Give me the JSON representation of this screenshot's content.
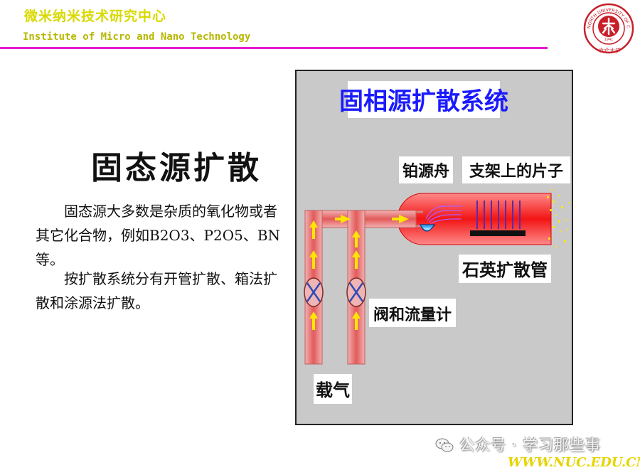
{
  "header": {
    "title_cn": "微米纳米技术研究中心",
    "title_en": "Institute of Micro and Nano Technology",
    "logo_icon": "university-seal-icon",
    "logo_text": "NORTH UNIVERSITY OF CHINA",
    "logo_year": "1941",
    "logo_script": "中北大学",
    "line_color": "#e51bd1"
  },
  "content": {
    "section_title": "固态源扩散",
    "para1": "固态源大多数是杂质的氧化物或者其它化合物，例如B2O3、P2O5、BN等。",
    "para2": "按扩散系统分有开管扩散、箱法扩散和涂源法扩散。"
  },
  "diagram": {
    "title": "固相源扩散系统",
    "label_boat": "铂源舟",
    "label_wafers": "支架上的片子",
    "label_tube": "石英扩散管",
    "label_valve": "阀和流量计",
    "label_gas": "载气",
    "bg_color": "#c7c7c7",
    "title_color": "#1a1aff"
  },
  "footer": {
    "watermark_icon": "wechat-icon",
    "watermark": "公众号 · 学习那些事",
    "url": "WWW.NUC.EDU.CN"
  }
}
